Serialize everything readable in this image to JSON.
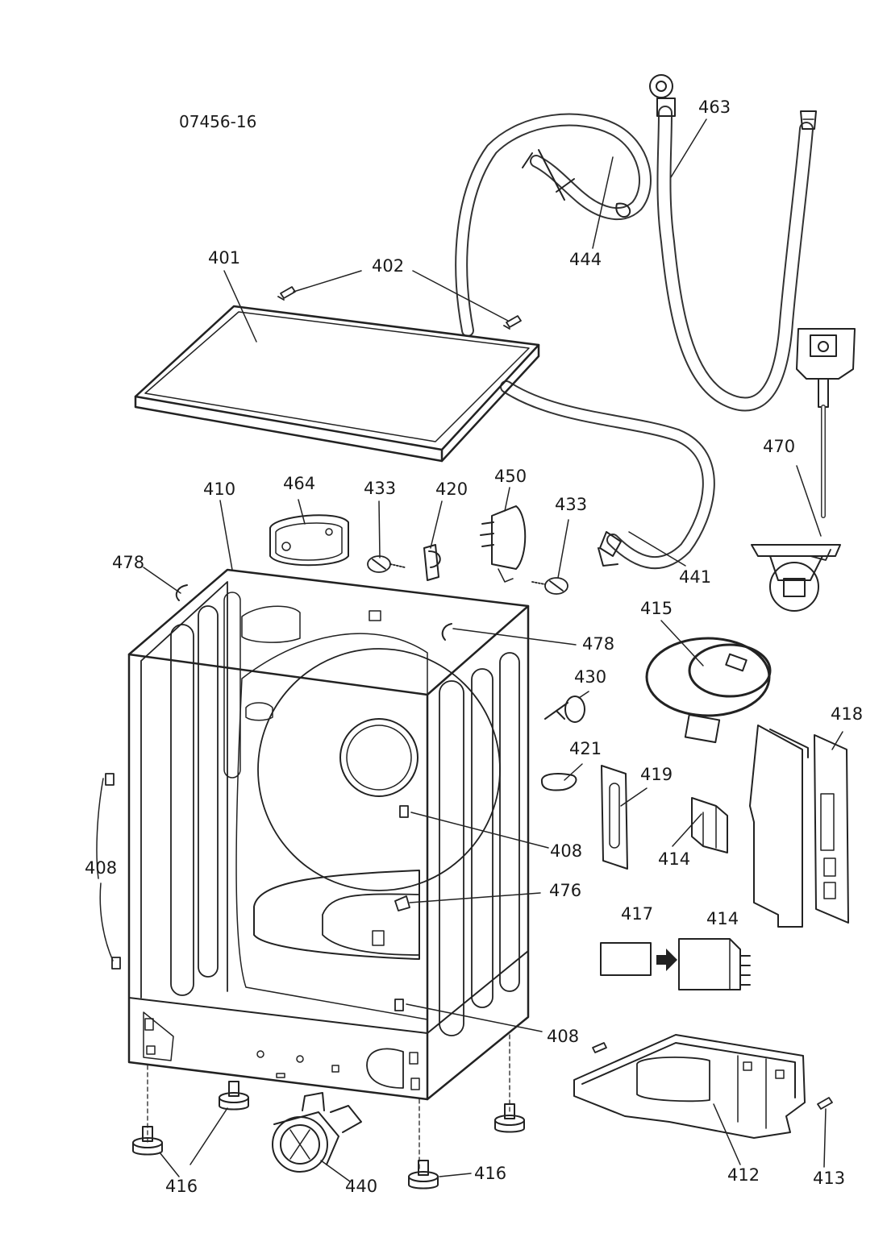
{
  "diagram": {
    "doc_id": "07456-16",
    "labels": {
      "p401": "401",
      "p402": "402",
      "p444": "444",
      "p463": "463",
      "p410": "410",
      "p464": "464",
      "p433a": "433",
      "p420": "420",
      "p450": "450",
      "p433b": "433",
      "p470": "470",
      "p478a": "478",
      "p441": "441",
      "p415": "415",
      "p478b": "478",
      "p430": "430",
      "p418": "418",
      "p421": "421",
      "p419": "419",
      "p408a": "408",
      "p408b": "408",
      "p414a": "414",
      "p476": "476",
      "p417": "417",
      "p414b": "414",
      "p408c": "408",
      "p416a": "416",
      "p440": "440",
      "p416b": "416",
      "p412": "412",
      "p413": "413"
    }
  }
}
